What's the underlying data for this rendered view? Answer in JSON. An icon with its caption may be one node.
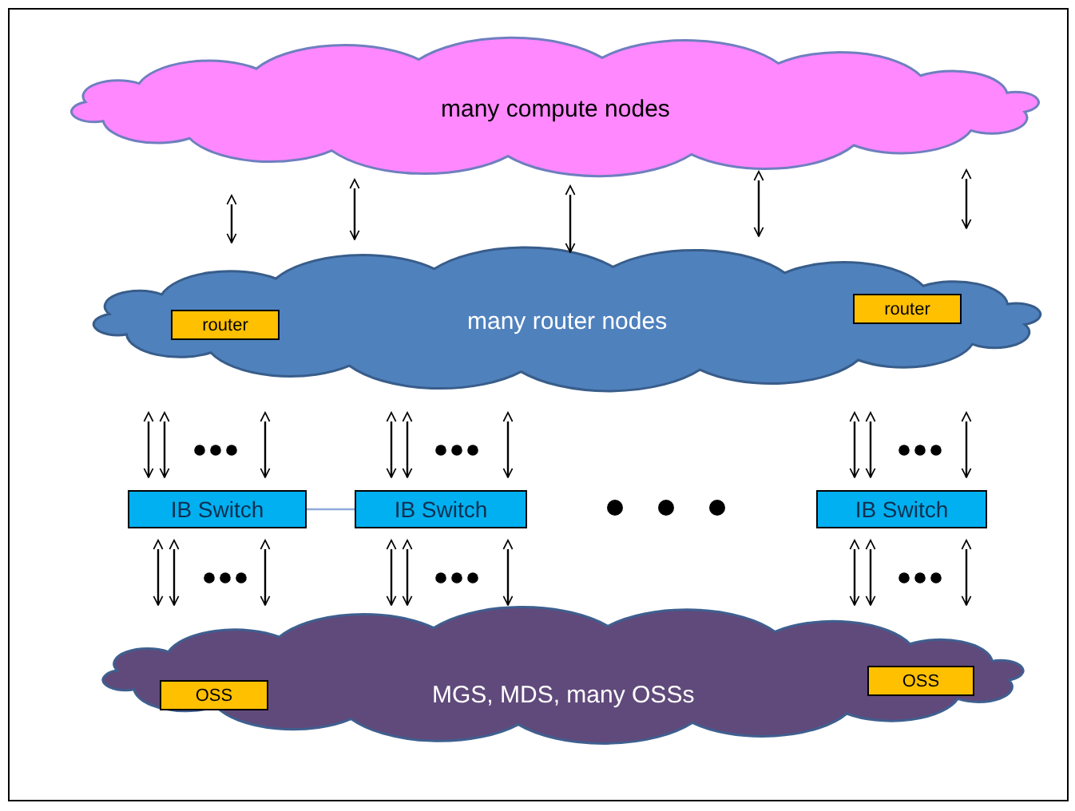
{
  "diagram": {
    "nodes": [
      {
        "text": [
          "many compute nodes"
        ]
      },
      {
        "text": [
          "many router nodes"
        ]
      },
      {
        "text": [
          "router"
        ],
        "in": 1
      },
      {
        "text": [
          "router"
        ],
        "in": 1
      },
      {
        "text": [
          "IB Switch"
        ]
      },
      {
        "text": [
          "IB Switch"
        ]
      },
      {
        "text": [
          "IB Switch"
        ]
      },
      {
        "text": [
          "MGS, MDS, many OSSs"
        ]
      },
      {
        "text": [
          "OSS"
        ],
        "in": 7
      },
      {
        "text": [
          "OSS"
        ],
        "in": 7
      }
    ],
    "edges": [
      {
        "from": 0,
        "to": 1,
        "arrow": "both"
      },
      {
        "from": 0,
        "to": 1,
        "arrow": "both"
      },
      {
        "from": 0,
        "to": 1,
        "arrow": "both"
      },
      {
        "from": 0,
        "to": 1,
        "arrow": "both"
      },
      {
        "from": 0,
        "to": 1,
        "arrow": "both"
      },
      {
        "from": 1,
        "to": 4,
        "arrow": "both"
      },
      {
        "from": 1,
        "to": 4,
        "arrow": "both"
      },
      {
        "from": 1,
        "to": 4,
        "arrow": "both"
      },
      {
        "from": 1,
        "to": 5,
        "arrow": "both"
      },
      {
        "from": 1,
        "to": 5,
        "arrow": "both"
      },
      {
        "from": 1,
        "to": 5,
        "arrow": "both"
      },
      {
        "from": 1,
        "to": 6,
        "arrow": "both"
      },
      {
        "from": 1,
        "to": 6,
        "arrow": "both"
      },
      {
        "from": 1,
        "to": 6,
        "arrow": "both"
      },
      {
        "from": 4,
        "to": 5,
        "arrow": "none",
        "color": "#8eaadb"
      },
      {
        "from": 4,
        "to": 7,
        "arrow": "both"
      },
      {
        "from": 4,
        "to": 7,
        "arrow": "both"
      },
      {
        "from": 4,
        "to": 7,
        "arrow": "both"
      },
      {
        "from": 5,
        "to": 7,
        "arrow": "both"
      },
      {
        "from": 5,
        "to": 7,
        "arrow": "both"
      },
      {
        "from": 5,
        "to": 7,
        "arrow": "both"
      },
      {
        "from": 6,
        "to": 7,
        "arrow": "both"
      },
      {
        "from": 6,
        "to": 7,
        "arrow": "both"
      },
      {
        "from": 6,
        "to": 7,
        "arrow": "both"
      }
    ]
  }
}
